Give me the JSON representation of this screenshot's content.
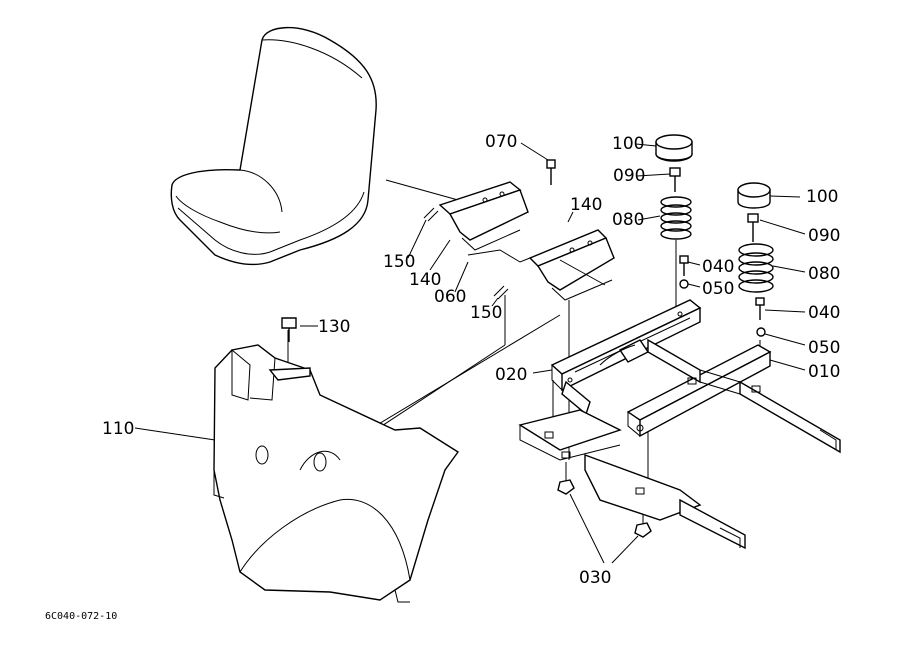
{
  "diagram": {
    "reference_code": "6C040-072-10",
    "labels": {
      "p070": "070",
      "p100a": "100",
      "p090a": "090",
      "p080a": "080",
      "p140a": "140",
      "p100b": "100",
      "p090b": "090",
      "p080b": "080",
      "p040a": "040",
      "p050a": "050",
      "p040b": "040",
      "p050b": "050",
      "p150a": "150",
      "p140b": "140",
      "p060": "060",
      "p150b": "150",
      "p130": "130",
      "p110": "110",
      "p020": "020",
      "p010": "010",
      "p030": "030"
    }
  }
}
